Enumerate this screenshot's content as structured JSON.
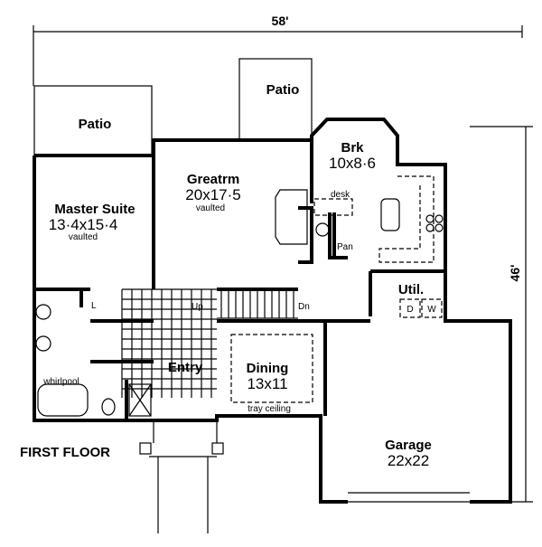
{
  "dimensions": {
    "width": "58'",
    "depth": "46'"
  },
  "patios": [
    {
      "label": "Patio"
    },
    {
      "label": "Patio"
    }
  ],
  "rooms": {
    "master_suite": {
      "name": "Master Suite",
      "size": "13·4x15·4",
      "note": "vaulted"
    },
    "greatroom": {
      "name": "Greatrm",
      "size": "20x17·5",
      "note": "vaulted"
    },
    "breakfast": {
      "name": "Brk",
      "size": "10x8·6"
    },
    "utility": {
      "name": "Util.",
      "dryer": "D",
      "washer": "W"
    },
    "entry": {
      "name": "Entry"
    },
    "dining": {
      "name": "Dining",
      "size": "13x11",
      "note": "tray ceiling"
    },
    "garage": {
      "name": "Garage",
      "size": "22x22"
    },
    "bath": {
      "tub": "whirlpool",
      "linen": "L"
    }
  },
  "labels": {
    "desk": "desk",
    "pantry": "Pan",
    "stairs_up": "Up",
    "stairs_down": "Dn"
  },
  "caption": "FIRST FLOOR"
}
